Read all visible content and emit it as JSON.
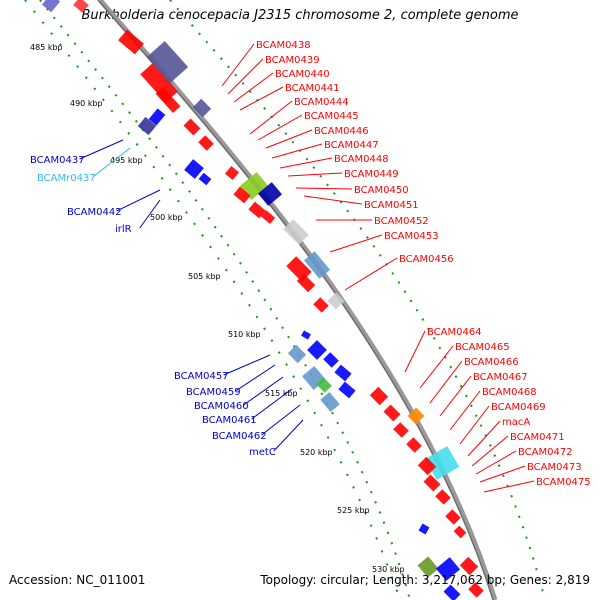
{
  "title": "Burkholderia cenocepacia J2315 chromosome 2, complete genome",
  "footer": {
    "accession": "Accession: NC_011001",
    "stats": "Topology: circular; Length: 3,217,062 bp; Genes: 2,819"
  },
  "colors": {
    "forward_gene": "#ff0000",
    "reverse_gene": "#0000ff",
    "forward_label": "#ff0000",
    "reverse_label": "#0000cc",
    "rna_label": "#33bbee",
    "backbone": "#999999",
    "ruler_dots": "#119911"
  },
  "ruler_ticks": [
    "485 kbp",
    "490 kbp",
    "495 kbp",
    "500 kbp",
    "505 kbp",
    "510 kbp",
    "515 kbp",
    "520 kbp",
    "525 kbp",
    "530 kbp"
  ],
  "forward_labels": [
    "BCAM0438",
    "BCAM0439",
    "BCAM0440",
    "BCAM0441",
    "BCAM0444",
    "BCAM0445",
    "BCAM0446",
    "BCAM0447",
    "BCAM0448",
    "BCAM0449",
    "BCAM0450",
    "BCAM0451",
    "BCAM0452",
    "BCAM0453",
    "BCAM0456",
    "BCAM0464",
    "BCAM0465",
    "BCAM0466",
    "BCAM0467",
    "BCAM0468",
    "BCAM0469",
    "macA",
    "BCAM0471",
    "BCAM0472",
    "BCAM0473",
    "BCAM0475"
  ],
  "reverse_labels": [
    "BCAM0437",
    "BCAMr0437",
    "BCAM0442",
    "irlR",
    "BCAM0457",
    "BCAM0459",
    "BCAM0460",
    "BCAM0461",
    "BCAM0462",
    "metC"
  ]
}
